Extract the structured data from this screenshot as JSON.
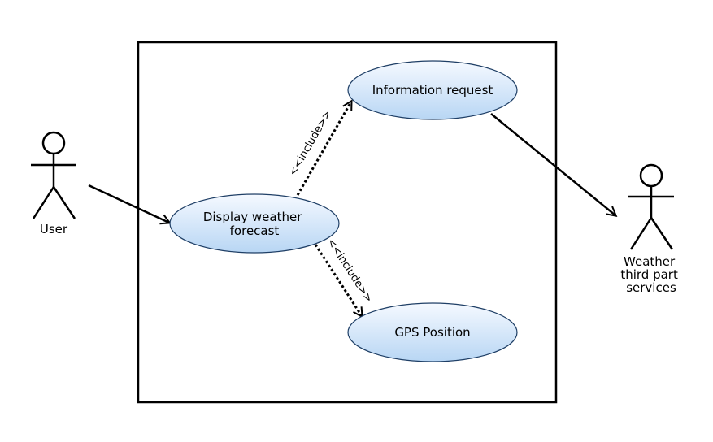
{
  "diagram": {
    "actors": {
      "user": "User",
      "weather_service": [
        "Weather",
        "third part",
        "services"
      ]
    },
    "use_cases": {
      "display": [
        "Display weather",
        "forecast"
      ],
      "info_request": "Information request",
      "gps": "GPS Position"
    },
    "relations": {
      "include_top": "<<include>>",
      "include_bottom": "<<include>>"
    },
    "colors": {
      "use_case_fill_light": "#f5f9ff",
      "use_case_fill_dark": "#b8d6f4",
      "use_case_stroke": "#1f3f66",
      "line": "#000000"
    }
  }
}
